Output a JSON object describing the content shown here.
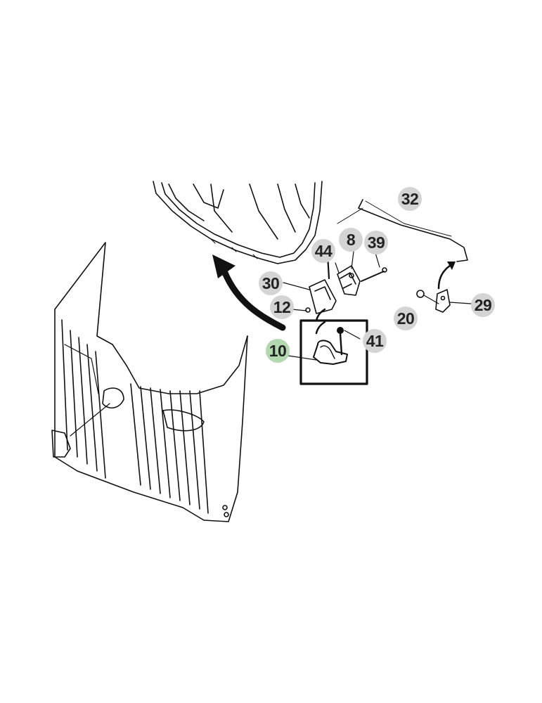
{
  "diagram": {
    "parts": [
      {
        "id": "p32",
        "label": "32",
        "highlight": false
      },
      {
        "id": "p44",
        "label": "44",
        "highlight": false
      },
      {
        "id": "p8",
        "label": "8",
        "highlight": false
      },
      {
        "id": "p39",
        "label": "39",
        "highlight": false
      },
      {
        "id": "p30",
        "label": "30",
        "highlight": false
      },
      {
        "id": "p12",
        "label": "12",
        "highlight": false
      },
      {
        "id": "p20",
        "label": "20",
        "highlight": false
      },
      {
        "id": "p29",
        "label": "29",
        "highlight": false
      },
      {
        "id": "p10",
        "label": "10",
        "highlight": true
      },
      {
        "id": "p41",
        "label": "41",
        "highlight": false
      }
    ],
    "colors": {
      "line": "#111111",
      "callout_bg": "#d4d4d4",
      "callout_highlight_bg": "#b3d8b0"
    }
  }
}
